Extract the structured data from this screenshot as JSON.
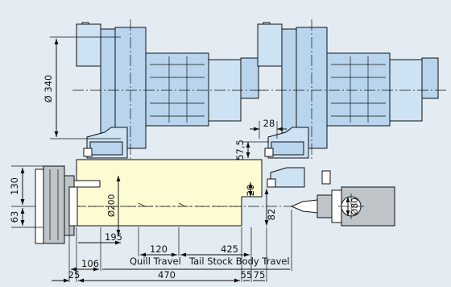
{
  "dimensions": {
    "d340": "Ø 340",
    "d28": "28",
    "d57_5": "57,5",
    "d130": "130",
    "d63": "63",
    "d200": "Ø200",
    "d20": "20",
    "d82": "82",
    "d80": "Ø80",
    "d195": "195",
    "d120": "120",
    "d425": "425",
    "d106": "106",
    "quill_travel": "Quill Travel",
    "tail_stock_body_travel": "Tail Stock Body Travel",
    "d25": "25",
    "d470": "470",
    "d55": "55",
    "d75": "75"
  },
  "colors": {
    "background": "#e3ecf2",
    "turret": "#b9d5ee",
    "work_envelope": "#fcfbd1",
    "chuck": "#bfc4c8"
  }
}
